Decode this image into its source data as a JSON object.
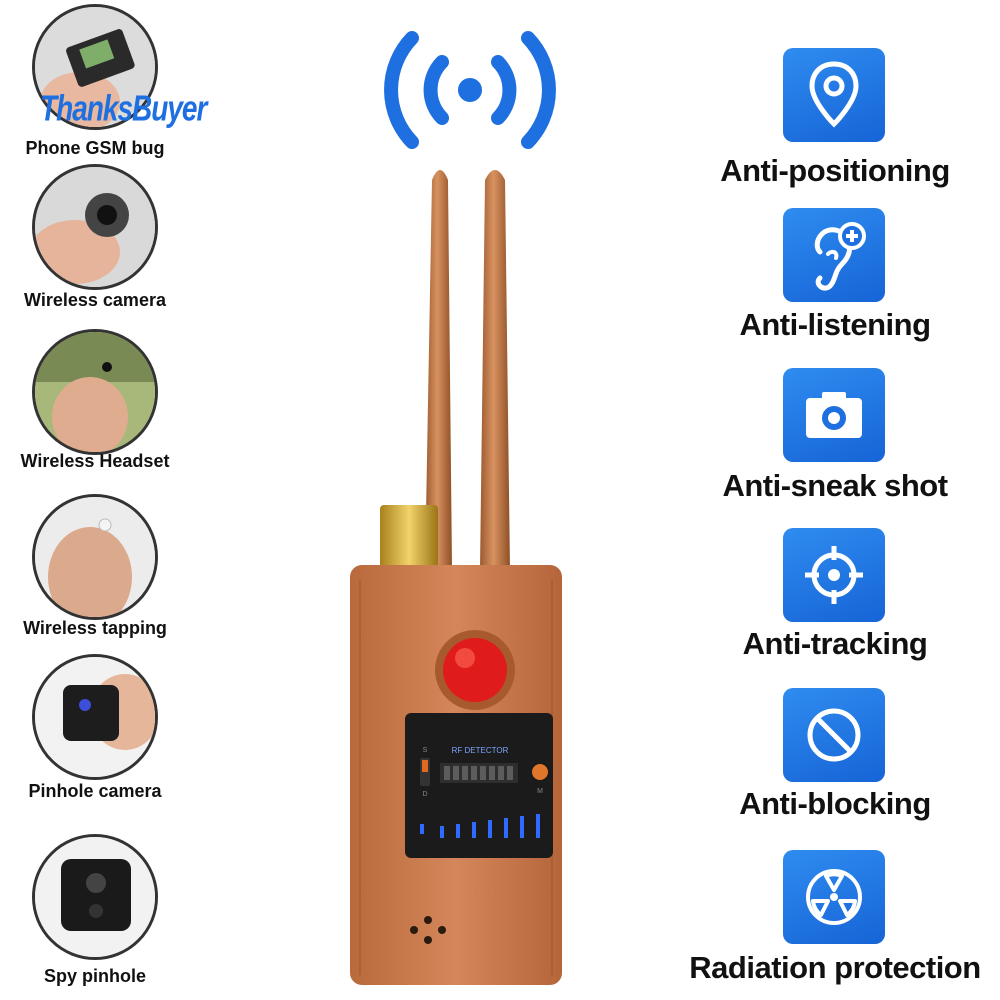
{
  "watermark": "ThanksBuyer",
  "left_items": [
    {
      "label": "Phone GSM bug"
    },
    {
      "label": "Wireless camera"
    },
    {
      "label": "Wireless Headset"
    },
    {
      "label": "Wireless tapping"
    },
    {
      "label": "Pinhole camera"
    },
    {
      "label": "Spy pinhole"
    }
  ],
  "device": {
    "panel_title": "RF DETECTOR",
    "switch_top": "S",
    "switch_bottom": "D",
    "button_label": "M"
  },
  "features": [
    {
      "label": "Anti-positioning",
      "icon": "location-pin-icon"
    },
    {
      "label": "Anti-listening",
      "icon": "ear-plus-icon"
    },
    {
      "label": "Anti-sneak shot",
      "icon": "camera-icon"
    },
    {
      "label": "Anti-tracking",
      "icon": "crosshair-icon"
    },
    {
      "label": "Anti-blocking",
      "icon": "prohibit-icon"
    },
    {
      "label": "Radiation protection",
      "icon": "radiation-icon"
    }
  ],
  "colors": {
    "accent_blue": "#1e6fe0",
    "device_body": "#c8784a",
    "antenna": "#c07a4a"
  }
}
